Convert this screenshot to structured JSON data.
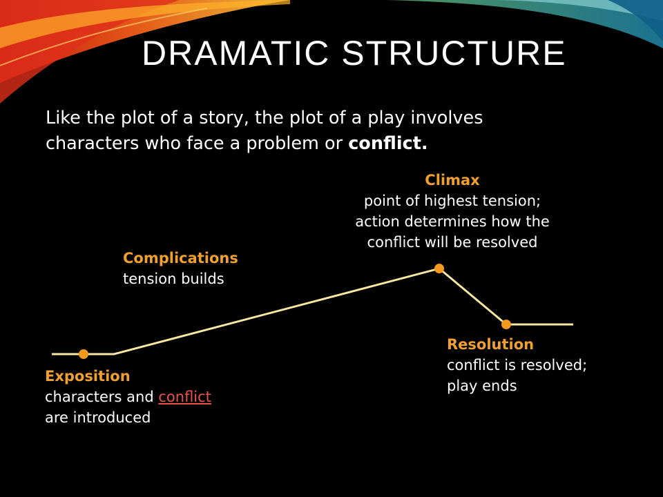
{
  "slide": {
    "title": "DRAMATIC STRUCTURE",
    "intro_line1": "Like the plot of a story, the plot of a play involves",
    "intro_line2_prefix": "characters who face a problem or ",
    "intro_line2_bold": "conflict."
  },
  "diagram": {
    "line_color": "#f7e7a0",
    "marker_color": "#f39a1f",
    "heading_color": "#f0a030",
    "link_color": "#e8544a",
    "exposition": {
      "heading": "Exposition",
      "text_prefix": "characters and ",
      "link_text": "conflict",
      "text_line2": "are introduced"
    },
    "complications": {
      "heading": "Complications",
      "text": "tension builds"
    },
    "climax": {
      "heading": "Climax",
      "line1": "point of highest tension;",
      "line2": "action determines how the",
      "line3": "conflict will be resolved"
    },
    "resolution": {
      "heading": "Resolution",
      "line1": "conflict is resolved;",
      "line2": "play ends"
    }
  }
}
